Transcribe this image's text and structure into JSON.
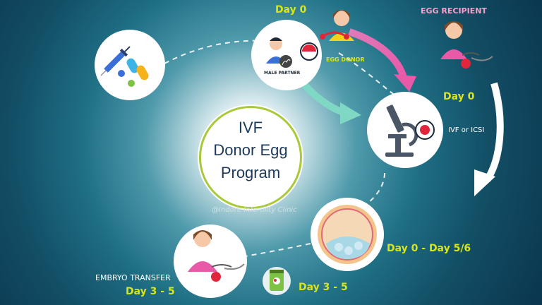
{
  "center": {
    "line1": "IVF",
    "line2": "Donor Egg",
    "line3": "Program"
  },
  "watermark": "@Indore Infertility Clinic",
  "stages": {
    "male_partner": "MALE PARTNER",
    "egg_donor": "EGG DONOR",
    "egg_recipient": "EGG RECIPIENT",
    "ivf": "IVF or ICSI",
    "embryo_transfer": "EMBRYO TRANSFER"
  },
  "days": {
    "top": "Day 0",
    "recipient": "Day 0",
    "culture": "Day 0 - Day 5/6",
    "transfer": "Day 3 - 5",
    "pill": "Day 3 - 5"
  },
  "colors": {
    "accent_yellow": "#d8e619",
    "ring_border": "#a8c93a",
    "pink_arrow": "#e07ab8",
    "teal_arrow": "#7ed8c4",
    "egg_red": "#e0263a",
    "skin": "#f5c9a8",
    "hair": "#7b4a2a"
  },
  "icons": [
    "syringe-icon",
    "pills-icon",
    "male-partner-icon",
    "sperm-icon",
    "ovary-icon",
    "egg-donor-icon",
    "egg-recipient-icon",
    "microscope-icon",
    "egg-cell-icon",
    "embryo-cells-icon",
    "embryo-transfer-icon",
    "pill-bottle-icon"
  ]
}
